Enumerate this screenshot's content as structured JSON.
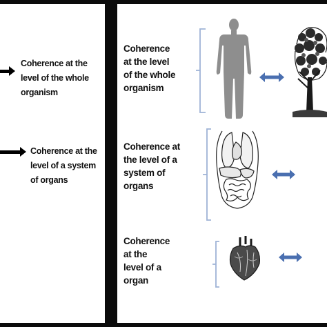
{
  "left": {
    "items": [
      {
        "label": "Coherence at the\nlevel of the whole\norganism"
      },
      {
        "label": "Coherence at the\nlevel of a system\nof organs"
      }
    ]
  },
  "right": {
    "rows": [
      {
        "label": "Coherence\nat the level\nof the whole\norganism",
        "illustration": "human-body",
        "partner": "tree"
      },
      {
        "label": "Coherence at\nthe level of a\nsystem of\norgans",
        "illustration": "torso-organs"
      },
      {
        "label": "Coherence\nat the\nlevel of a\norgan",
        "illustration": "heart"
      }
    ]
  },
  "colors": {
    "background": "#0b0b0b",
    "panel": "#ffffff",
    "double_arrow": "#4a6fb0",
    "bracket": "#9fb3d6"
  },
  "icons": [
    "arrow-right-icon",
    "double-arrow-icon",
    "bracket-icon",
    "human-body-icon",
    "tree-icon",
    "torso-organs-icon",
    "heart-icon"
  ]
}
